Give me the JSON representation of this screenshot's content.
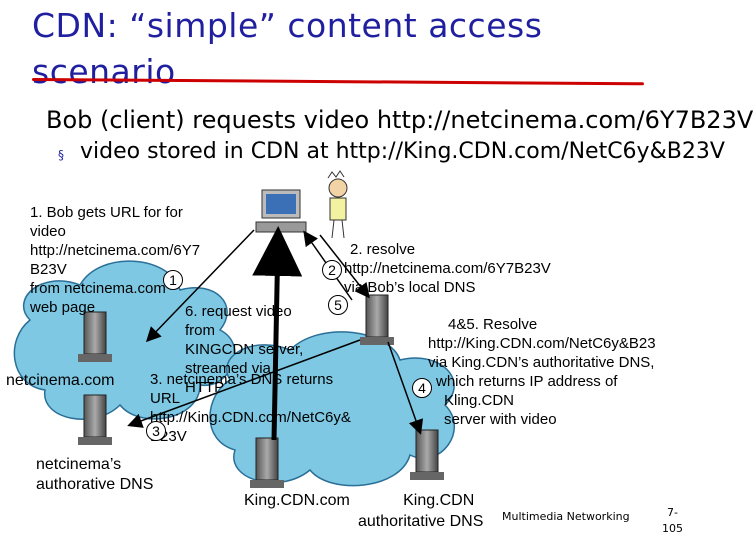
{
  "title": {
    "line1": "CDN: “simple” content access",
    "line2": "scenario"
  },
  "bullets": {
    "main": "Bob (client) requests video http://netcinema.com/6Y7B23V",
    "sub": "video stored in CDN at http://King.CDN.com/NetC6y&B23V",
    "sub_marker": "§"
  },
  "steps": {
    "step1_lines": [
      "1. Bob gets URL for for",
      "video",
      "http://netcinema.com/6Y7",
      "B23V",
      "from netcinema.com",
      "web page"
    ],
    "step1_num": "1",
    "step2_lines": [
      "2. resolve",
      "http://netcinema.com/6Y7B23V",
      "via Bob’s local DNS"
    ],
    "step2_num": "2",
    "step3_lines": [
      "3. netcinema’s DNS returns",
      "URL",
      "http://King.CDN.com/NetC6y&",
      "B23V"
    ],
    "step3_num": "3",
    "step45_lines": [
      "4&5. Resolve",
      "http://King.CDN.com/NetC6y&B23",
      "via King.CDN’s authoritative DNS,",
      "which returns IP address of",
      "Kling.CDN",
      "server  with video"
    ],
    "step4_num": "4",
    "step5_num": "5",
    "step6_lines": [
      "6. request video",
      "from",
      "KINGCDN server,",
      "streamed via",
      "HTTP"
    ]
  },
  "nodes": {
    "netcinema": "netcinema.com",
    "netcinema_dns": [
      "netcinema’s",
      "authorative DNS"
    ],
    "kingcdn": "King.CDN.com",
    "kingcdn_dns": [
      "King.CDN",
      "authoritative DNS"
    ]
  },
  "footer": {
    "course": "Multimedia Networking",
    "slide": [
      "7-",
      "105"
    ]
  }
}
